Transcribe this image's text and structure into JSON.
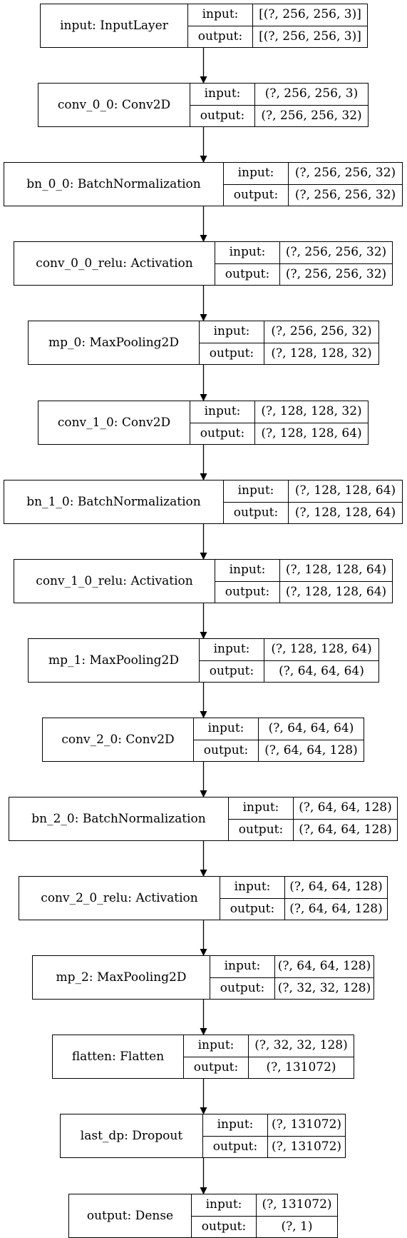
{
  "labels": {
    "input": "input:",
    "output": "output:"
  },
  "layers": [
    {
      "name": "input: InputLayer",
      "input": "[(?, 256, 256, 3)]",
      "output": "[(?, 256, 256, 3)]"
    },
    {
      "name": "conv_0_0: Conv2D",
      "input": "(?, 256, 256, 3)",
      "output": "(?, 256, 256, 32)"
    },
    {
      "name": "bn_0_0: BatchNormalization",
      "input": "(?, 256, 256, 32)",
      "output": "(?, 256, 256, 32)"
    },
    {
      "name": "conv_0_0_relu: Activation",
      "input": "(?, 256, 256, 32)",
      "output": "(?, 256, 256, 32)"
    },
    {
      "name": "mp_0: MaxPooling2D",
      "input": "(?, 256, 256, 32)",
      "output": "(?, 128, 128, 32)"
    },
    {
      "name": "conv_1_0: Conv2D",
      "input": "(?, 128, 128, 32)",
      "output": "(?, 128, 128, 64)"
    },
    {
      "name": "bn_1_0: BatchNormalization",
      "input": "(?, 128, 128, 64)",
      "output": "(?, 128, 128, 64)"
    },
    {
      "name": "conv_1_0_relu: Activation",
      "input": "(?, 128, 128, 64)",
      "output": "(?, 128, 128, 64)"
    },
    {
      "name": "mp_1: MaxPooling2D",
      "input": "(?, 128, 128, 64)",
      "output": "(?, 64, 64, 64)"
    },
    {
      "name": "conv_2_0: Conv2D",
      "input": "(?, 64, 64, 64)",
      "output": "(?, 64, 64, 128)"
    },
    {
      "name": "bn_2_0: BatchNormalization",
      "input": "(?, 64, 64, 128)",
      "output": "(?, 64, 64, 128)"
    },
    {
      "name": "conv_2_0_relu: Activation",
      "input": "(?, 64, 64, 128)",
      "output": "(?, 64, 64, 128)"
    },
    {
      "name": "mp_2: MaxPooling2D",
      "input": "(?, 64, 64, 128)",
      "output": "(?, 32, 32, 128)"
    },
    {
      "name": "flatten: Flatten",
      "input": "(?, 32, 32, 128)",
      "output": "(?, 131072)"
    },
    {
      "name": "last_dp: Dropout",
      "input": "(?, 131072)",
      "output": "(?, 131072)"
    },
    {
      "name": "output: Dense",
      "input": "(?, 131072)",
      "output": "(?, 1)"
    }
  ]
}
